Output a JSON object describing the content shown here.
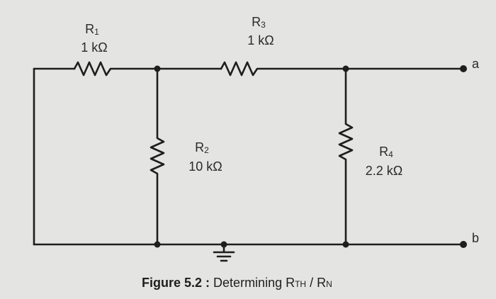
{
  "diagram": {
    "resistors": [
      {
        "id": "r1",
        "name": "R",
        "sub": "1",
        "value": "1 kΩ"
      },
      {
        "id": "r2",
        "name": "R",
        "sub": "2",
        "value": "10 kΩ"
      },
      {
        "id": "r3",
        "name": "R",
        "sub": "3",
        "value": "1 kΩ"
      },
      {
        "id": "r4",
        "name": "R",
        "sub": "4",
        "value": "2.2 kΩ"
      }
    ],
    "terminals": {
      "a": "a",
      "b": "b"
    },
    "caption": {
      "figure": "Figure 5.2 :",
      "text": "Determining R",
      "sub1": "TH",
      "slash": "/ R",
      "sub2": "N"
    },
    "colors": {
      "wire": "#1e1e1e",
      "background": "#e4e4e2"
    }
  }
}
